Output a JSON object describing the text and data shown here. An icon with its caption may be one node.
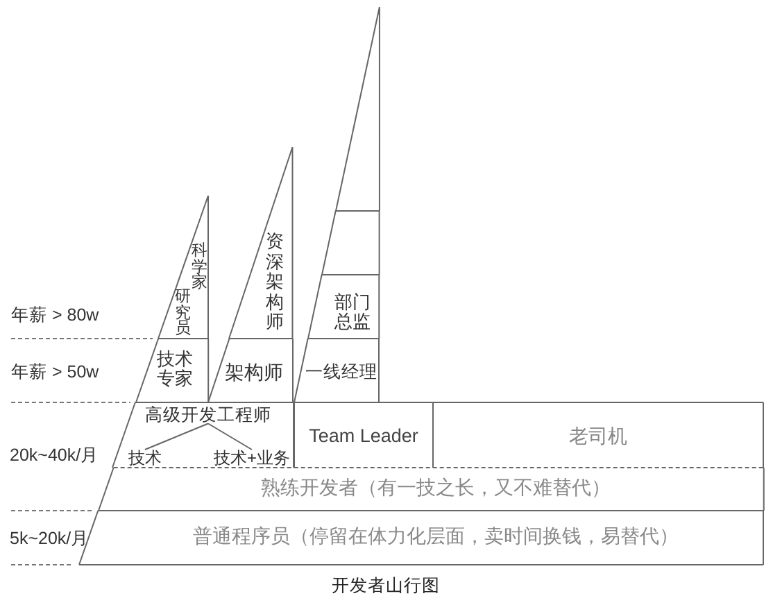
{
  "diagram": {
    "caption": "开发者山行图",
    "nodes": [
      {
        "text": [
          "科学家",
          "研究员"
        ]
      },
      {
        "text": [
          "资深架构师"
        ]
      },
      {
        "text": [],
        "shape": "triangle"
      },
      {
        "text": [],
        "shape": "box"
      },
      {
        "text": [
          "部门总监"
        ]
      },
      {
        "text": [
          "技术专家"
        ]
      },
      {
        "text": [
          "架构师"
        ]
      },
      {
        "text": [
          "一线经理"
        ]
      },
      {
        "text": [],
        "shape": "box"
      },
      {
        "text": [
          "高级开发工程师"
        ],
        "in": 8
      },
      {
        "text": [
          "技术"
        ],
        "in": 8
      },
      {
        "text": [
          "技术+业务"
        ],
        "in": 8
      },
      {
        "text": [
          "Team Leader"
        ]
      },
      {
        "text": [
          "老司机"
        ]
      },
      {
        "text": [
          "熟练开发者（有一技之长，又不难替代）"
        ]
      },
      {
        "text": [
          "普通程序员（停留在体力化层面，卖时间换钱，易替代）"
        ]
      }
    ],
    "edges": [
      {
        "from": 9,
        "to": 10,
        "arrow": "none"
      },
      {
        "from": 9,
        "to": 11,
        "arrow": "none"
      }
    ],
    "labels": [
      "年薪 > 80w",
      "年薪 > 50w",
      "20k~40k/月",
      "5k~20k/月"
    ]
  }
}
